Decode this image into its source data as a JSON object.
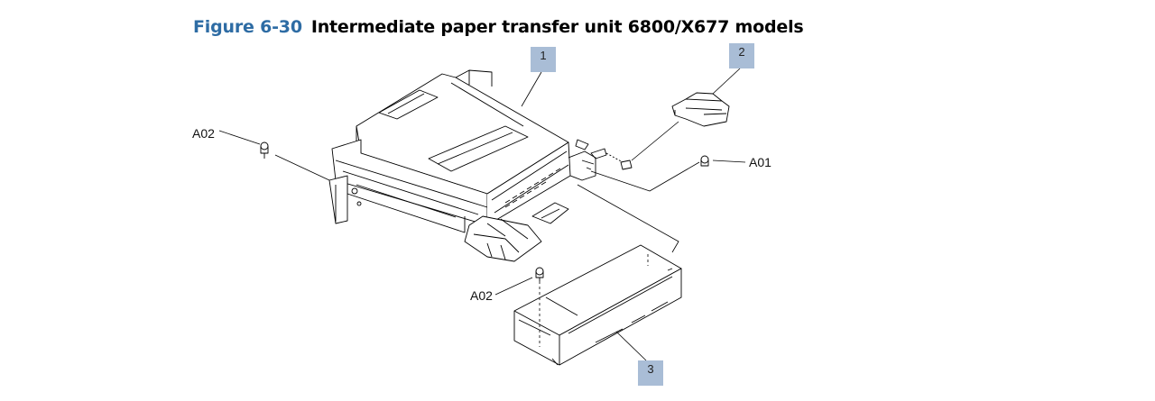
{
  "figure": {
    "number": "Figure 6-30",
    "title": "Intermediate paper transfer unit 6800/X677 models"
  },
  "callouts": [
    "1",
    "2",
    "3"
  ],
  "refs": {
    "a02_left": "A02",
    "a01": "A01",
    "a02_bottom": "A02"
  },
  "colors": {
    "caption_number": "#2e6ca4",
    "callout_fill": "#a9bdd6"
  }
}
